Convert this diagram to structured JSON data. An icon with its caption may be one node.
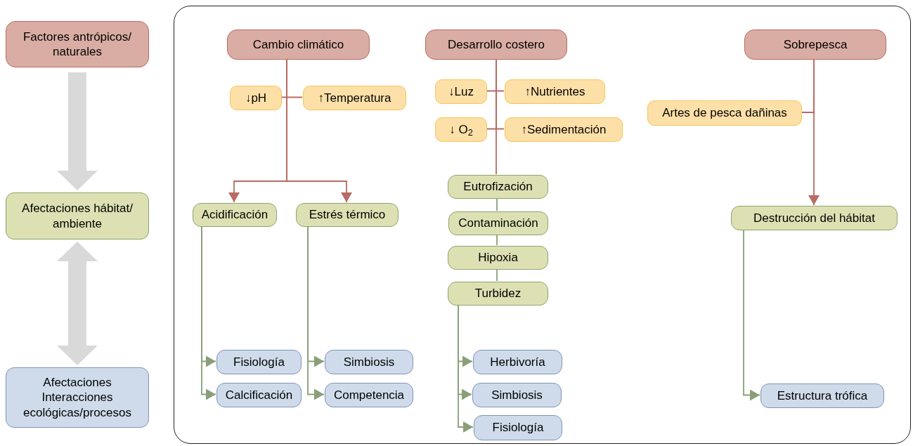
{
  "diagram": {
    "nodes": [
      {
        "text": [
          "Factores antrópicos/ naturales"
        ]
      },
      {
        "text": [
          "Afectaciones hábitat/ ambiente"
        ]
      },
      {
        "text": [
          "Afectaciones Interacciones ecológicas/procesos"
        ]
      },
      {
        "text": [],
        "shape": "box"
      },
      {
        "text": [
          "Cambio climático"
        ],
        "in": 3
      },
      {
        "text": [
          "↓pH"
        ],
        "in": 3
      },
      {
        "text": [
          "↑Temperatura"
        ],
        "in": 3
      },
      {
        "text": [
          "Desarrollo costero"
        ],
        "in": 3
      },
      {
        "text": [
          "↓Luz"
        ],
        "in": 3
      },
      {
        "text": [
          "↑Nutrientes"
        ],
        "in": 3
      },
      {
        "text": [
          "↓ O$_{2}$"
        ],
        "in": 3
      },
      {
        "text": [
          "↑Sedimentación"
        ],
        "in": 3
      },
      {
        "text": [
          "Sobrepesca"
        ],
        "in": 3
      },
      {
        "text": [
          "Artes de pesca dañinas"
        ],
        "in": 3
      },
      {
        "text": [
          "Acidificación"
        ],
        "in": 3
      },
      {
        "text": [
          "Estrés térmico"
        ],
        "in": 3
      },
      {
        "text": [
          "Eutrofización"
        ],
        "in": 3
      },
      {
        "text": [
          "Contaminación"
        ],
        "in": 3
      },
      {
        "text": [
          "Hipoxia"
        ],
        "in": 3
      },
      {
        "text": [
          "Turbidez"
        ],
        "in": 3
      },
      {
        "text": [
          "Destrucción del hábitat"
        ],
        "in": 3
      },
      {
        "text": [
          "Fisiología"
        ],
        "in": 3
      },
      {
        "text": [
          "Calcificación"
        ],
        "in": 3
      },
      {
        "text": [
          "Simbiosis"
        ],
        "in": 3
      },
      {
        "text": [
          "Competencia"
        ],
        "in": 3
      },
      {
        "text": [
          "Herbivoría"
        ],
        "in": 3
      },
      {
        "text": [
          "Simbiosis"
        ],
        "in": 3
      },
      {
        "text": [
          "Fisiología"
        ],
        "in": 3
      },
      {
        "text": [
          "Estructura trófica"
        ],
        "in": 3
      }
    ],
    "edges": [
      {
        "from": 0,
        "to": 1,
        "arrow": "to",
        "style": "thick",
        "color": "#d9d9d9"
      },
      {
        "from": 1,
        "to": 2,
        "arrow": "both",
        "style": "thick",
        "color": "#d9d9d9"
      },
      {
        "from": 4,
        "to": 5,
        "arrow": "none",
        "color": "#b86b62"
      },
      {
        "from": 4,
        "to": 6,
        "arrow": "none",
        "color": "#b86b62"
      },
      {
        "from": 4,
        "to": 14,
        "arrow": "to",
        "color": "#b86b62"
      },
      {
        "from": 4,
        "to": 15,
        "arrow": "to",
        "color": "#b86b62"
      },
      {
        "from": 7,
        "to": 8,
        "arrow": "none",
        "color": "#b86b62"
      },
      {
        "from": 7,
        "to": 9,
        "arrow": "none",
        "color": "#b86b62"
      },
      {
        "from": 7,
        "to": 10,
        "arrow": "none",
        "color": "#b86b62"
      },
      {
        "from": 7,
        "to": 11,
        "arrow": "none",
        "color": "#b86b62"
      },
      {
        "from": 7,
        "to": 16,
        "arrow": "none",
        "color": "#b86b62"
      },
      {
        "from": 12,
        "to": 13,
        "arrow": "none",
        "color": "#b86b62"
      },
      {
        "from": 12,
        "to": 20,
        "arrow": "to",
        "color": "#b86b62"
      },
      {
        "from": 16,
        "to": 17,
        "arrow": "none",
        "color": "#8a9f78"
      },
      {
        "from": 17,
        "to": 18,
        "arrow": "none",
        "color": "#8a9f78"
      },
      {
        "from": 18,
        "to": 19,
        "arrow": "none",
        "color": "#8a9f78"
      },
      {
        "from": 14,
        "to": 21,
        "arrow": "to",
        "color": "#8a9f78"
      },
      {
        "from": 14,
        "to": 22,
        "arrow": "to",
        "color": "#8a9f78"
      },
      {
        "from": 15,
        "to": 23,
        "arrow": "to",
        "color": "#8a9f78"
      },
      {
        "from": 15,
        "to": 24,
        "arrow": "to",
        "color": "#8a9f78"
      },
      {
        "from": 19,
        "to": 25,
        "arrow": "to",
        "color": "#8a9f78"
      },
      {
        "from": 19,
        "to": 26,
        "arrow": "to",
        "color": "#8a9f78"
      },
      {
        "from": 19,
        "to": 27,
        "arrow": "to",
        "color": "#8a9f78"
      },
      {
        "from": 20,
        "to": 28,
        "arrow": "to",
        "color": "#8a9f78"
      }
    ]
  }
}
